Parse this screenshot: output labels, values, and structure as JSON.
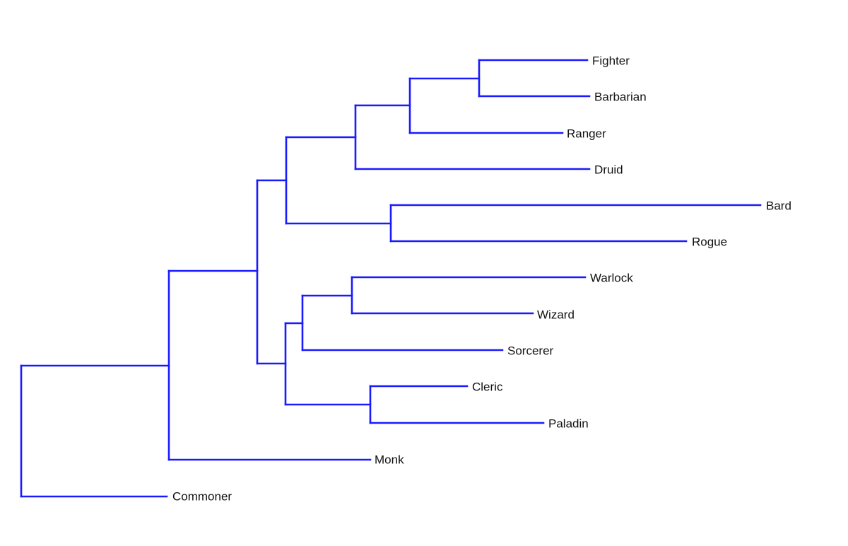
{
  "diagram": {
    "type": "dendrogram",
    "orientation": "left-to-right",
    "branch_color": "#1a1aff",
    "label_color": "#111111",
    "leaves": [
      "Fighter",
      "Barbarian",
      "Ranger",
      "Druid",
      "Bard",
      "Rogue",
      "Warlock",
      "Wizard",
      "Sorcerer",
      "Cleric",
      "Paladin",
      "Monk",
      "Commoner"
    ]
  }
}
